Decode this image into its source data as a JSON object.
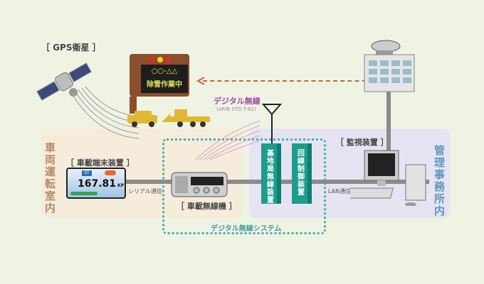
{
  "labels": {
    "gps": "［ GPS衛星 ］",
    "vehicle_zone": "車両運転室内",
    "office_zone": "管理事務所内",
    "onboard_terminal": "［ 車載端末装置 ］",
    "onboard_radio": "［ 車載無線機 ］",
    "monitoring": "［ 監視装置 ］",
    "base_station": "基地局無線装置",
    "line_control": "回線制御装置",
    "digital_radio": "デジタル無線",
    "arib": "(ARIB STD T-61)",
    "serial": "シリアル通信",
    "lan": "LAN通信",
    "digital_system": "デジタル無線システム"
  },
  "sign": {
    "line1": "○○-△△",
    "line2": "除雪作業中",
    "lights": [
      "#e02a2a",
      "#f1d21a",
      "#e02a2a"
    ]
  },
  "terminal": {
    "reading": "167.81",
    "unit": "KP",
    "badge": "ST"
  },
  "colors": {
    "teal": "#1b9e8b",
    "brown": "#8a4f2c",
    "purple": "#a04aa0",
    "dotted": "#4fb0a8"
  }
}
